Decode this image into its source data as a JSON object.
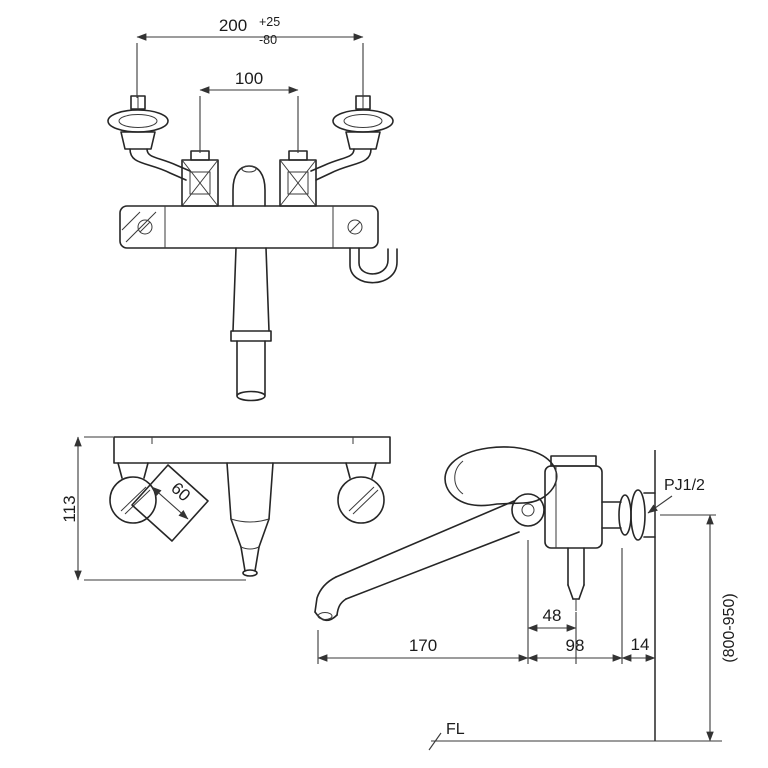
{
  "drawing": {
    "front_view": {
      "width_dim": "200",
      "width_tol_plus": "+25",
      "width_tol_minus": "-80",
      "center_dim": "100"
    },
    "bottom_view": {
      "height_dim": "113",
      "handle_dim": "60"
    },
    "side_view": {
      "offset_dim": "48",
      "reach_dim": "170",
      "depth_dim": "98",
      "wall_dim": "14",
      "install_height_dim": "(800-950)",
      "thread_label": "PJ1/2",
      "floor_label": "FL"
    }
  }
}
